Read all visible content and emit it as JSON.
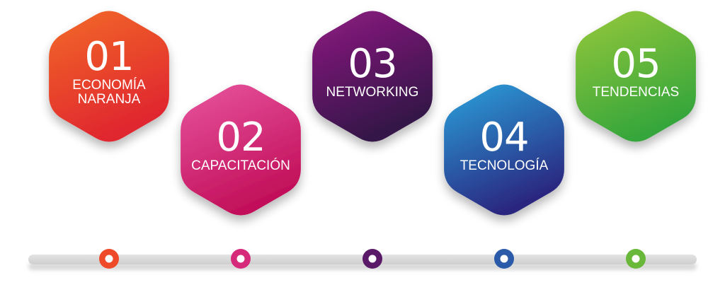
{
  "colors": {
    "s1": [
      "#f0582a",
      "#e02a2a"
    ],
    "s2": [
      "#e6489a",
      "#c8145e"
    ],
    "s3": [
      "#8a1a7e",
      "#3a1450"
    ],
    "s4": [
      "#2a9ad8",
      "#2a2a88"
    ],
    "s5": [
      "#8cc43a",
      "#3aa83a"
    ],
    "timeline": "#d9d9d9"
  },
  "steps": [
    {
      "number": "01",
      "label_lines": [
        "ECONOMÍA",
        "NARANJA"
      ]
    },
    {
      "number": "02",
      "label_lines": [
        "CAPACITACIÓN"
      ]
    },
    {
      "number": "03",
      "label_lines": [
        "NETWORKING"
      ]
    },
    {
      "number": "04",
      "label_lines": [
        "TECNOLOGÍA"
      ]
    },
    {
      "number": "05",
      "label_lines": [
        "TENDENCIAS"
      ]
    }
  ]
}
